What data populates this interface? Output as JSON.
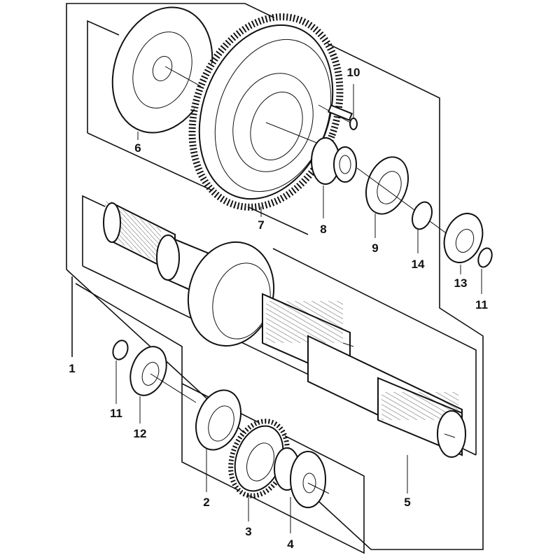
{
  "diagram": {
    "type": "exploded parts diagram",
    "parts": [
      {
        "id": "p1",
        "label": "1"
      },
      {
        "id": "p2",
        "label": "2"
      },
      {
        "id": "p3",
        "label": "3"
      },
      {
        "id": "p4",
        "label": "4"
      },
      {
        "id": "p5",
        "label": "5"
      },
      {
        "id": "p6",
        "label": "6"
      },
      {
        "id": "p7",
        "label": "7"
      },
      {
        "id": "p8",
        "label": "8"
      },
      {
        "id": "p9",
        "label": "9"
      },
      {
        "id": "p10",
        "label": "10"
      },
      {
        "id": "p11a",
        "label": "11"
      },
      {
        "id": "p11b",
        "label": "11"
      },
      {
        "id": "p12",
        "label": "12"
      },
      {
        "id": "p13",
        "label": "13"
      },
      {
        "id": "p14",
        "label": "14"
      }
    ]
  }
}
